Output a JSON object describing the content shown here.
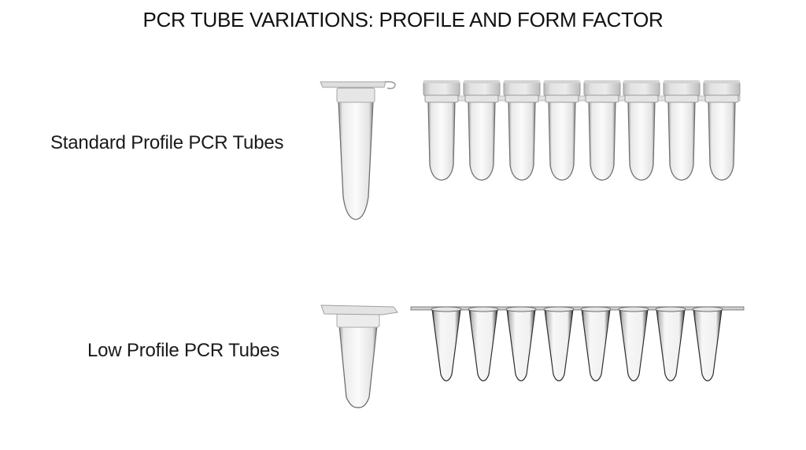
{
  "title": "PCR TUBE VARIATIONS: PROFILE AND FORM FACTOR",
  "rows": [
    {
      "label": "Standard Profile PCR Tubes",
      "single_tube": "standard-profile-single-tube-with-attached-cap",
      "strip": {
        "tube_count": 8,
        "type": "standard-profile-8-tube-strip-with-caps"
      }
    },
    {
      "label": "Low Profile PCR Tubes",
      "single_tube": "low-profile-single-tube-with-attached-cap",
      "strip": {
        "tube_count": 8,
        "type": "low-profile-8-tube-strip-flat-rim"
      }
    }
  ],
  "colors": {
    "background": "#ffffff",
    "text": "#111111",
    "tube_outline": "#555555",
    "tube_fill": "#f4f4f4"
  }
}
